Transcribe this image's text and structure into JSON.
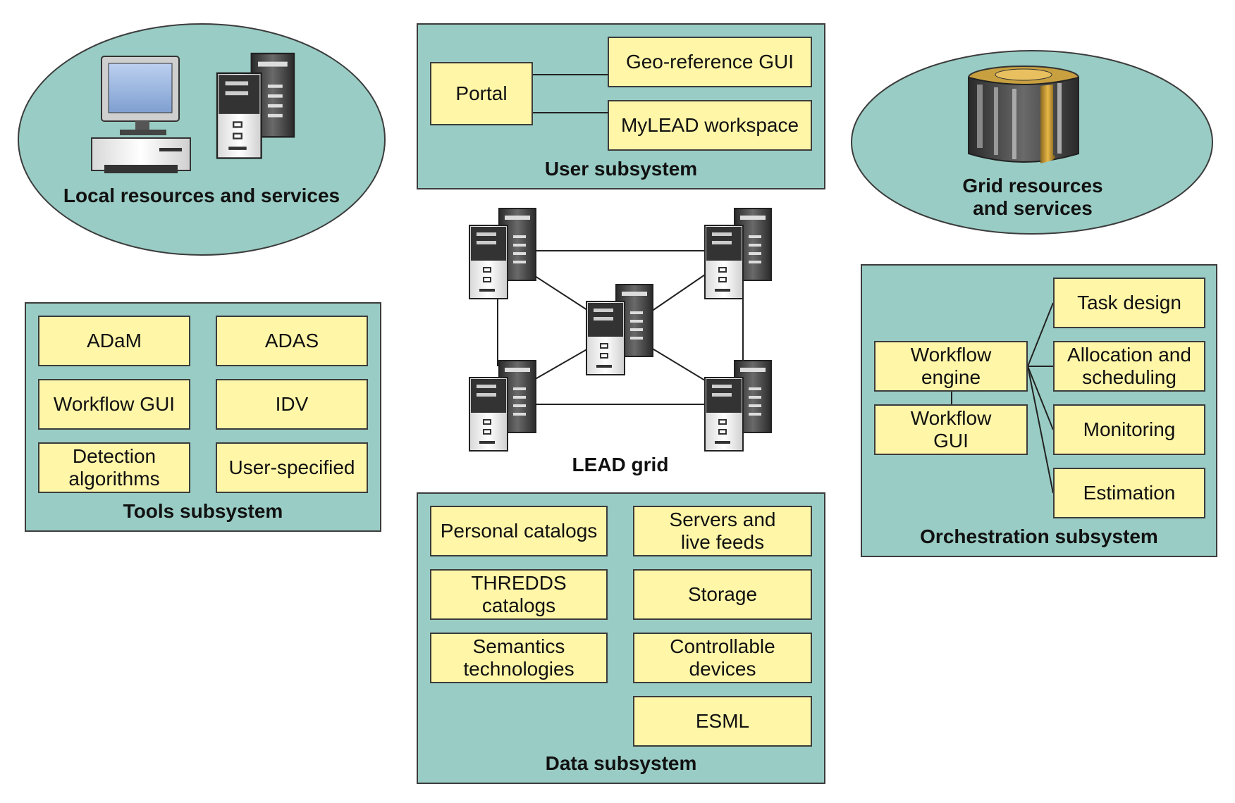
{
  "colors": {
    "panel": "#99ccc4",
    "box": "#fff6a8",
    "border": "#3c3c3c"
  },
  "local": {
    "caption": "Local resources and services",
    "icons": [
      "desktop-computer-icon",
      "server-tower-icon"
    ]
  },
  "grid_resources": {
    "caption": "Grid resources\nand services",
    "icons": [
      "supercomputer-icon"
    ]
  },
  "user": {
    "caption": "User subsystem",
    "portal": "Portal",
    "georef": "Geo-reference GUI",
    "mylead": "MyLEAD workspace"
  },
  "lead_grid": {
    "caption": "LEAD grid",
    "icons": [
      "server-tower-icon"
    ]
  },
  "tools": {
    "caption": "Tools subsystem",
    "items": [
      "ADaM",
      "ADAS",
      "Workflow GUI",
      "IDV",
      "Detection\nalgorithms",
      "User-specified"
    ]
  },
  "data": {
    "caption": "Data subsystem",
    "items": [
      "Personal catalogs",
      "Servers and\nlive feeds",
      "THREDDS catalogs",
      "Storage",
      "Semantics\ntechnologies",
      "Controllable\ndevices",
      "ESML"
    ]
  },
  "orchestration": {
    "caption": "Orchestration subsystem",
    "engine": "Workflow\nengine",
    "gui": "Workflow\nGUI",
    "task_design": "Task design",
    "allocation": "Allocation and\nscheduling",
    "monitoring": "Monitoring",
    "estimation": "Estimation"
  }
}
